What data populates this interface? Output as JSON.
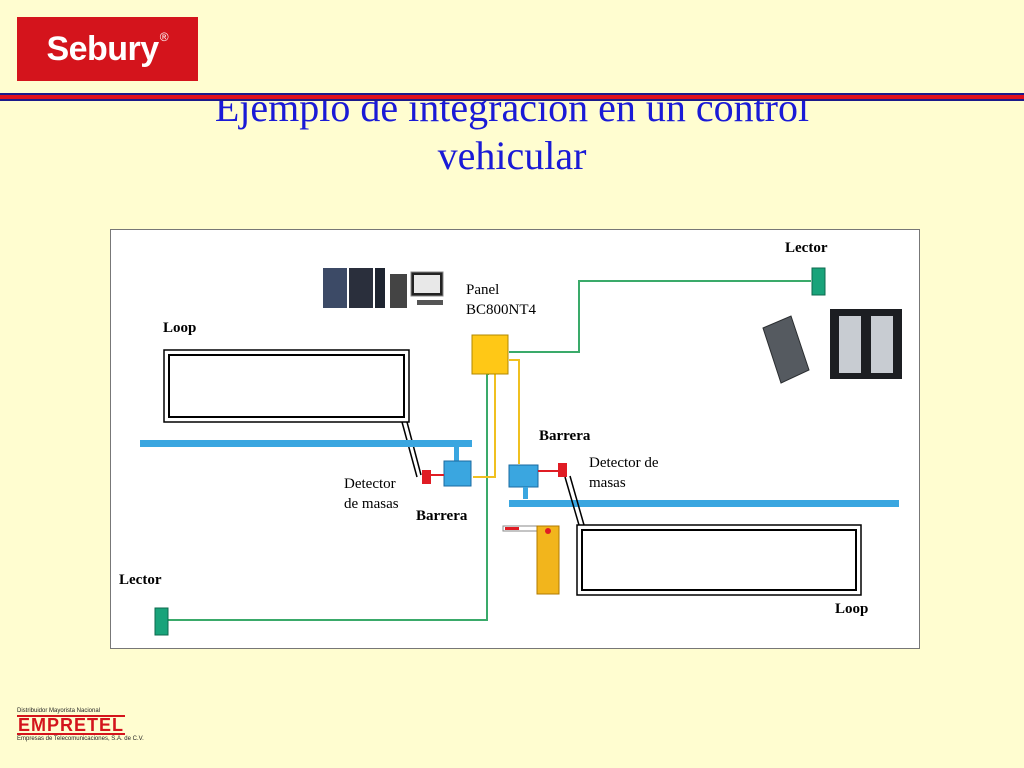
{
  "header": {
    "logo_text": "Sebury",
    "logo_mark": "®",
    "title_line1": "Ejemplo de integración en un control",
    "title_line2": "vehicular"
  },
  "diagram": {
    "labels": {
      "lector_top": "Lector",
      "panel_line1": "Panel",
      "panel_line2": "BC800NT4",
      "loop_left": "Loop",
      "barrera_right": "Barrera",
      "detector_right_line1": "Detector de",
      "detector_right_line2": "masas",
      "detector_left_line1": "Detector",
      "detector_left_line2": "de masas",
      "barrera_left": "Barrera",
      "lector_bottom": "Lector",
      "loop_right": "Loop"
    },
    "colors": {
      "lane": "#3aa6e0",
      "reader": "#19a37a",
      "panel": "#ffc816",
      "detector": "#e01c24",
      "green_wire": "#3aaa6a",
      "yellow_wire": "#f0c020"
    }
  },
  "footer": {
    "top_line": "Distribuidor Mayorista Nacional",
    "name": "EMPRETEL",
    "sub_line": "Empresas de Telecomunicaciones, S.A. de C.V."
  }
}
